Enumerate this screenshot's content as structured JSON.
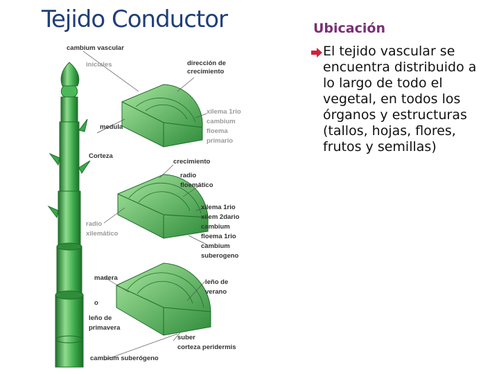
{
  "title": "Tejido Conductor",
  "section": {
    "heading": "Ubicación",
    "bullet_icon": "arrow-right-icon",
    "bullet_text": "El tejido vascular se encuentra distribuido a lo largo de todo el vegetal, en todos los órganos y estructuras (tallos, hojas, flores, frutos y semillas)"
  },
  "figure_labels": {
    "cambium_vascular": "cambium vascular",
    "iniciales": "iniciales",
    "direccion_1": "dirección de",
    "direccion_2": "crecimiento",
    "medula": "medula",
    "xilema_1rio": "xilema 1rio",
    "cambium_a": "cambium",
    "floema_a": "floema",
    "primario": "primario",
    "corteza": "Corteza",
    "crecimiento": "crecimiento",
    "radio_1": "radio",
    "floematico": "floemático",
    "radio_2": "radio",
    "xilematico": "xilemático",
    "xilema_1rio_b": "xilema 1rio",
    "xilema_2dario": "xilem 2dario",
    "cambium_b": "cambium",
    "floema_1rio": "floema 1rio",
    "cambium_c": "cambium",
    "suberogeno": "suberogeno",
    "madera": "madera",
    "o": "o",
    "leno_verano_1": "leño de",
    "leno_verano_2": "verano",
    "leno_primavera_1": "leño de",
    "leno_primavera_2": "primavera",
    "suber": "suber",
    "corteza_peridermis": "corteza peridermis",
    "cambium_suberogeno": "cambium suberógeno"
  },
  "colors": {
    "title": "#1f3f7a",
    "heading": "#7a2f73",
    "stem_green": "#3aa84a",
    "stem_dark": "#1f6e2a",
    "stem_light": "#8fdc8f",
    "bullet_arrow": "#d0203a"
  }
}
